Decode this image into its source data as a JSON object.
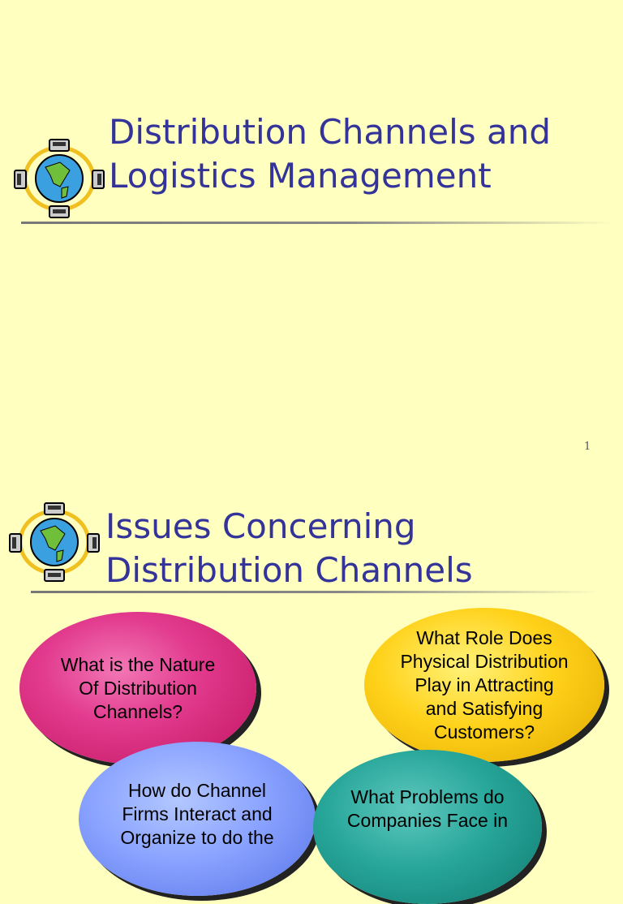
{
  "slide1": {
    "title_line1": "Distribution Channels and",
    "title_line2": "Logistics Management",
    "page_number": "1"
  },
  "slide2": {
    "title_line1": "Issues Concerning",
    "title_line2": "Distribution Channels",
    "bubbles": [
      {
        "lines": [
          "What is the Nature",
          "Of Distribution",
          "Channels?"
        ],
        "color": "#e23a8e"
      },
      {
        "lines": [
          "What Role Does",
          "Physical Distribution",
          "Play in Attracting",
          "and Satisfying",
          "Customers?"
        ],
        "color": "#ffd21a"
      },
      {
        "lines": [
          "How do Channel",
          "Firms Interact and",
          "Organize to do the"
        ],
        "color": "#8aa3ff"
      },
      {
        "lines": [
          "What Problems do",
          "Companies Face in"
        ],
        "color": "#27a69a"
      }
    ]
  },
  "logo_icon": "globe-with-computers-icon"
}
